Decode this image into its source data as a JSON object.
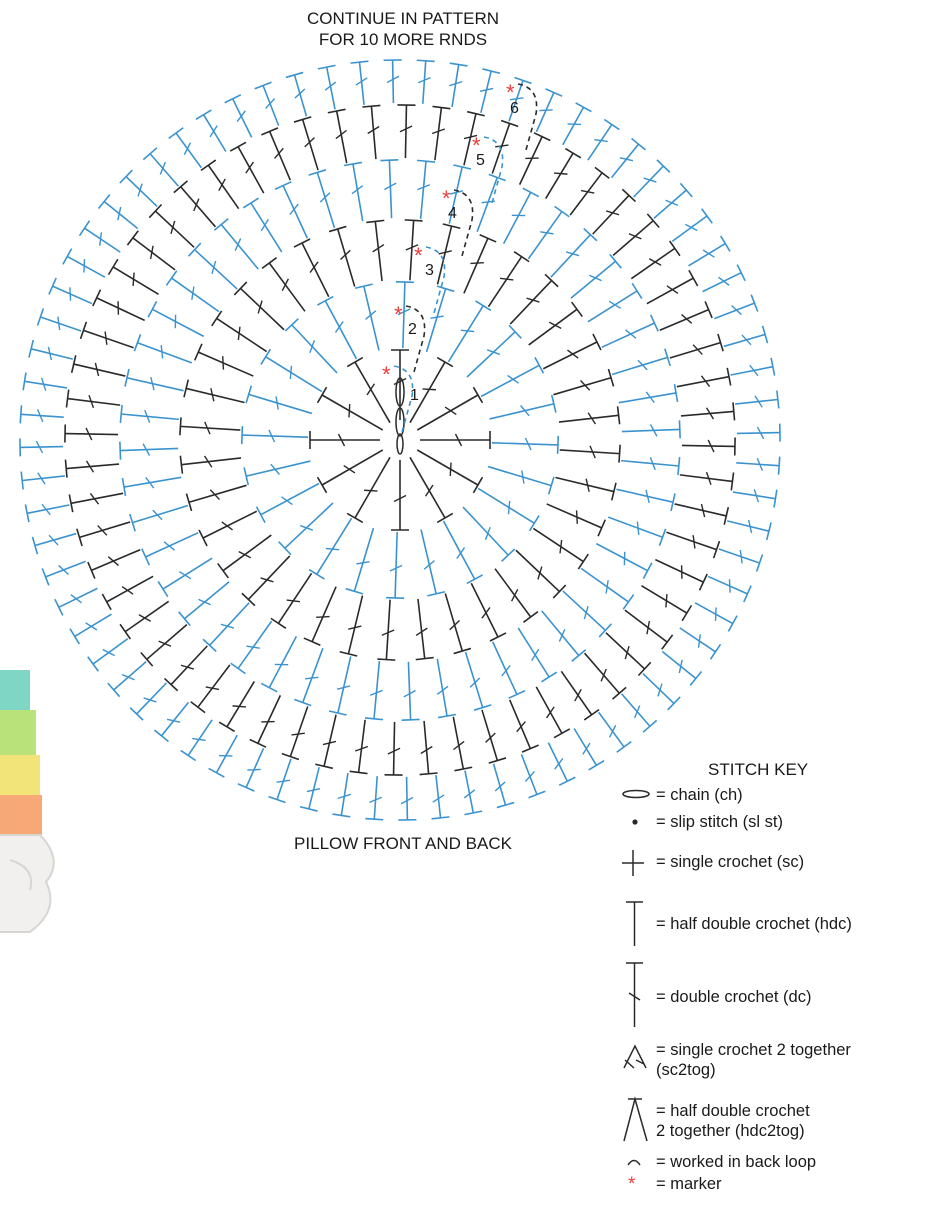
{
  "header": {
    "line1": "CONTINUE IN PATTERN",
    "line2": "FOR 10 MORE RNDS"
  },
  "footer": {
    "caption": "PILLOW FRONT AND BACK"
  },
  "diagram": {
    "round_labels": [
      "1",
      "2",
      "3",
      "4",
      "5",
      "6"
    ],
    "colors": {
      "black": "#2a2a2a",
      "blue": "#3a93cf",
      "marker": "#e8403b"
    }
  },
  "stitch_key": {
    "title": "STITCH KEY",
    "items": [
      {
        "icon": "chain-icon",
        "label": "= chain (ch)"
      },
      {
        "icon": "slip-stitch-icon",
        "label": "= slip stitch (sl st)"
      },
      {
        "icon": "single-crochet-icon",
        "label": "= single crochet (sc)"
      },
      {
        "icon": "half-double-crochet-icon",
        "label": "= half double crochet (hdc)"
      },
      {
        "icon": "double-crochet-icon",
        "label": "= double crochet (dc)"
      },
      {
        "icon": "sc2tog-icon",
        "label": "= single crochet 2 together\n   (sc2tog)"
      },
      {
        "icon": "hdc2tog-icon",
        "label": "= half double crochet\n   2 together (hdc2tog)"
      },
      {
        "icon": "back-loop-icon",
        "label": "= worked in back loop"
      },
      {
        "icon": "marker-icon",
        "label": "= marker"
      }
    ]
  }
}
